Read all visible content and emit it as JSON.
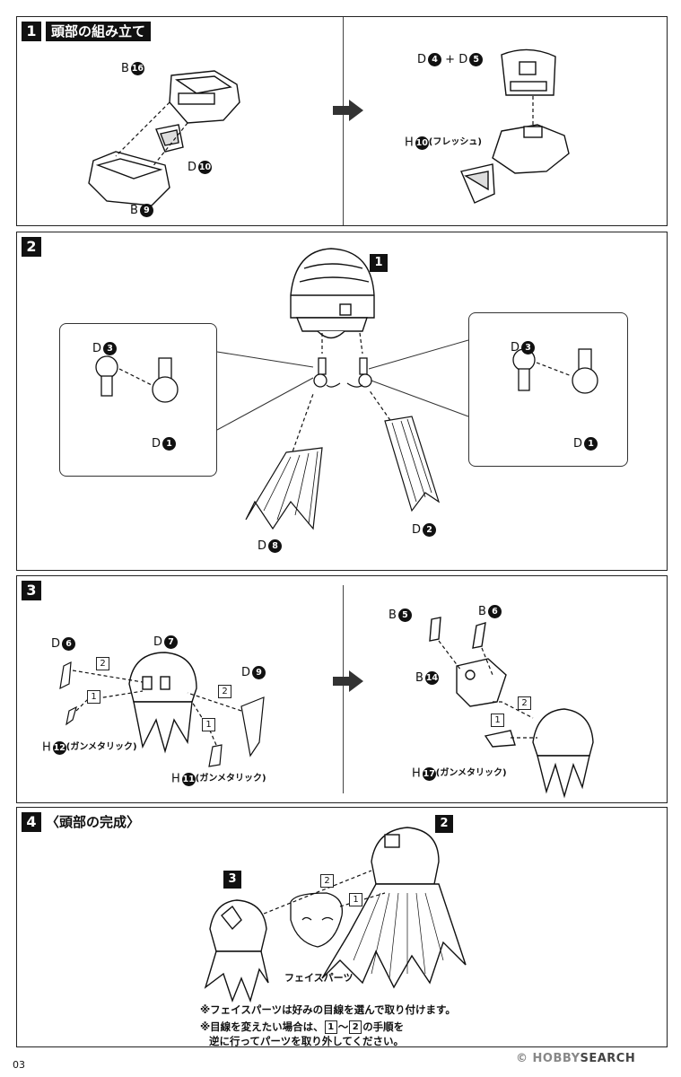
{
  "steps": [
    {
      "num": "1",
      "title": "頭部の組み立て",
      "left_labels": [
        {
          "prefix": "B",
          "circle": "16"
        },
        {
          "prefix": "D",
          "circle": "10"
        },
        {
          "prefix": "B",
          "circle": "9"
        }
      ],
      "right_labels": [
        {
          "prefix": "D",
          "circle": "4",
          "joiner": "+",
          "prefix2": "D",
          "circle2": "5"
        },
        {
          "prefix": "H",
          "circle": "10",
          "suffix": "(フレッシュ)"
        }
      ]
    },
    {
      "num": "2",
      "badge": "1",
      "left_zoom": [
        {
          "prefix": "D",
          "circle": "3"
        },
        {
          "prefix": "D",
          "circle": "1"
        }
      ],
      "right_zoom": [
        {
          "prefix": "D",
          "circle": "3"
        },
        {
          "prefix": "D",
          "circle": "1"
        }
      ],
      "bottom_labels": [
        {
          "prefix": "D",
          "circle": "8"
        },
        {
          "prefix": "D",
          "circle": "2"
        }
      ]
    },
    {
      "num": "3",
      "left_labels": [
        {
          "prefix": "D",
          "circle": "6"
        },
        {
          "prefix": "D",
          "circle": "7"
        },
        {
          "prefix": "D",
          "circle": "9"
        },
        {
          "prefix": "H",
          "circle": "12",
          "suffix": "(ガンメタリック)"
        },
        {
          "prefix": "H",
          "circle": "11",
          "suffix": "(ガンメタリック)"
        }
      ],
      "right_labels": [
        {
          "prefix": "B",
          "circle": "5"
        },
        {
          "prefix": "B",
          "circle": "6"
        },
        {
          "prefix": "B",
          "circle": "14"
        },
        {
          "prefix": "H",
          "circle": "17",
          "suffix": "(ガンメタリック)"
        }
      ],
      "order_marks": [
        "2",
        "1",
        "2",
        "1",
        "2",
        "1"
      ]
    },
    {
      "num": "4",
      "title": "〈頭部の完成〉",
      "badges": [
        "3",
        "2"
      ],
      "order_marks": [
        "2",
        "1"
      ],
      "face_label": "フェイスパーツ",
      "note1": "※フェイスパーツは好みの目線を選んで取り付けます。",
      "note2_a": "※目線を変えたい場合は、",
      "note2_b1": "1",
      "note2_tilde": "～",
      "note2_b2": "2",
      "note2_c": "の手順を",
      "note3": "逆に行ってパーツを取り外してください。"
    }
  ],
  "page_number": "03",
  "watermark_a": "© HOBBY",
  "watermark_b": "SEARCH"
}
